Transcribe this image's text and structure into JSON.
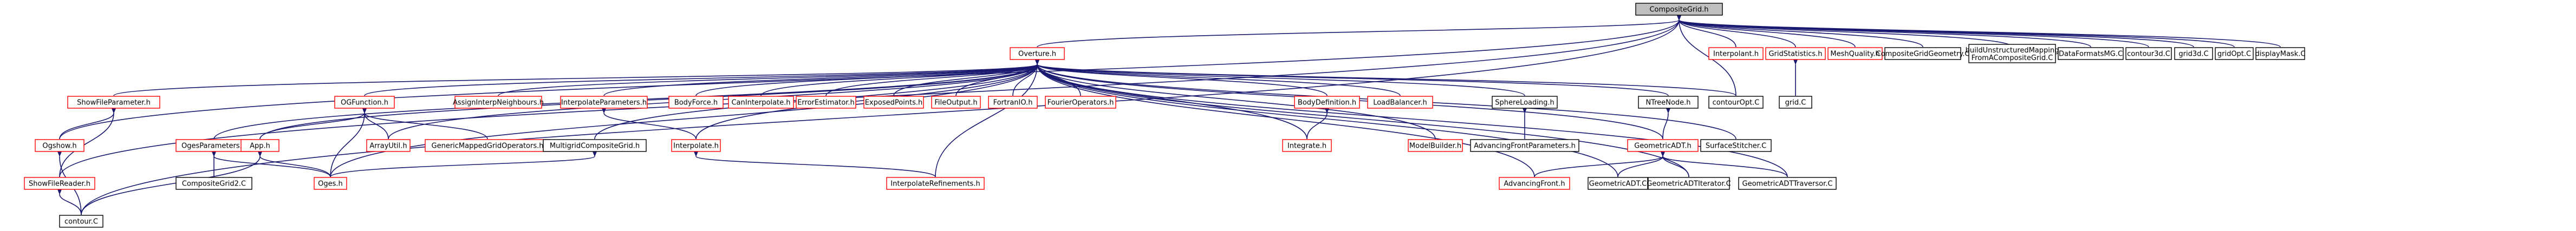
{
  "colors": {
    "edge": "#191970",
    "box_red": "#ff0000",
    "box_black": "#000000",
    "root_fill": "#bfbfbf",
    "node_fill": "#ffffff"
  },
  "nodes": [
    {
      "id": "n0",
      "label": "CompositeGrid.h",
      "style": "root"
    },
    {
      "id": "n1",
      "label": "Overture.h",
      "style": "red"
    },
    {
      "id": "n2",
      "label": "Interpolant.h",
      "style": "red"
    },
    {
      "id": "n3",
      "label": "GridStatistics.h",
      "style": "red"
    },
    {
      "id": "n4",
      "label": "MeshQuality.h",
      "style": "red"
    },
    {
      "id": "n5",
      "label": "CompositeGridGeometry.C",
      "style": "black"
    },
    {
      "id": "n6",
      "label": "buildUnstructuredMapping FromACompositeGrid.C",
      "style": "black"
    },
    {
      "id": "n7",
      "label": "DataFormatsMG.C",
      "style": "black"
    },
    {
      "id": "n8",
      "label": "contour3d.C",
      "style": "black"
    },
    {
      "id": "n9",
      "label": "grid3d.C",
      "style": "black"
    },
    {
      "id": "n10",
      "label": "gridOpt.C",
      "style": "black"
    },
    {
      "id": "n11",
      "label": "displayMask.C",
      "style": "black"
    },
    {
      "id": "n12",
      "label": "ShowFileParameter.h",
      "style": "red"
    },
    {
      "id": "n13",
      "label": "OGFunction.h",
      "style": "red"
    },
    {
      "id": "n14",
      "label": "AssignInterpNeighbours.h",
      "style": "red"
    },
    {
      "id": "n15",
      "label": "InterpolateParameters.h",
      "style": "red"
    },
    {
      "id": "n16",
      "label": "BodyForce.h",
      "style": "red"
    },
    {
      "id": "n17",
      "label": "CanInterpolate.h",
      "style": "red"
    },
    {
      "id": "n18",
      "label": "ErrorEstimator.h",
      "style": "red"
    },
    {
      "id": "n19",
      "label": "ExposedPoints.h",
      "style": "red"
    },
    {
      "id": "n20",
      "label": "FileOutput.h",
      "style": "red"
    },
    {
      "id": "n21",
      "label": "FortranIO.h",
      "style": "red"
    },
    {
      "id": "n22",
      "label": "FourierOperators.h",
      "style": "red"
    },
    {
      "id": "n23",
      "label": "BodyDefinition.h",
      "style": "red"
    },
    {
      "id": "n24",
      "label": "LoadBalancer.h",
      "style": "red"
    },
    {
      "id": "n25",
      "label": "SphereLoading.h",
      "style": "black"
    },
    {
      "id": "n26",
      "label": "NTreeNode.h",
      "style": "black"
    },
    {
      "id": "n27",
      "label": "contourOpt.C",
      "style": "black"
    },
    {
      "id": "n28",
      "label": "grid.C",
      "style": "black"
    },
    {
      "id": "n29",
      "label": "Ogshow.h",
      "style": "red"
    },
    {
      "id": "n30",
      "label": "OgesParameters.h",
      "style": "red"
    },
    {
      "id": "n31",
      "label": "App.h",
      "style": "red"
    },
    {
      "id": "n32",
      "label": "ArrayUtil.h",
      "style": "red"
    },
    {
      "id": "n33",
      "label": "GenericMappedGridOperators.h",
      "style": "red"
    },
    {
      "id": "n34",
      "label": "MultigridCompositeGrid.h",
      "style": "black"
    },
    {
      "id": "n35",
      "label": "Interpolate.h",
      "style": "red"
    },
    {
      "id": "n36",
      "label": "Integrate.h",
      "style": "red"
    },
    {
      "id": "n37",
      "label": "ModelBuilder.h",
      "style": "red"
    },
    {
      "id": "n38",
      "label": "AdvancingFrontParameters.h",
      "style": "black"
    },
    {
      "id": "n39",
      "label": "GeometricADT.h",
      "style": "red"
    },
    {
      "id": "n40",
      "label": "SurfaceStitcher.C",
      "style": "black"
    },
    {
      "id": "n41",
      "label": "ShowFileReader.h",
      "style": "red"
    },
    {
      "id": "n42",
      "label": "CompositeGrid2.C",
      "style": "black"
    },
    {
      "id": "n43",
      "label": "Oges.h",
      "style": "red"
    },
    {
      "id": "n44",
      "label": "InterpolateRefinements.h",
      "style": "red"
    },
    {
      "id": "n45",
      "label": "AdvancingFront.h",
      "style": "red"
    },
    {
      "id": "n46",
      "label": "GeometricADT.C",
      "style": "black"
    },
    {
      "id": "n47",
      "label": "GeometricADTIterator.C",
      "style": "black"
    },
    {
      "id": "n48",
      "label": "GeometricADTTraversor.C",
      "style": "black"
    },
    {
      "id": "n49",
      "label": "contour.C",
      "style": "black"
    }
  ],
  "edges": [
    [
      "n0",
      "n1"
    ],
    [
      "n0",
      "n2"
    ],
    [
      "n0",
      "n3"
    ],
    [
      "n0",
      "n4"
    ],
    [
      "n0",
      "n5"
    ],
    [
      "n0",
      "n6"
    ],
    [
      "n0",
      "n7"
    ],
    [
      "n0",
      "n8"
    ],
    [
      "n0",
      "n9"
    ],
    [
      "n0",
      "n10"
    ],
    [
      "n0",
      "n11"
    ],
    [
      "n0",
      "n27"
    ],
    [
      "n0",
      "n41"
    ],
    [
      "n0",
      "n49"
    ],
    [
      "n0",
      "n29"
    ],
    [
      "n3",
      "n28"
    ],
    [
      "n1",
      "n12"
    ],
    [
      "n1",
      "n13"
    ],
    [
      "n1",
      "n14"
    ],
    [
      "n1",
      "n15"
    ],
    [
      "n1",
      "n16"
    ],
    [
      "n1",
      "n17"
    ],
    [
      "n1",
      "n18"
    ],
    [
      "n1",
      "n19"
    ],
    [
      "n1",
      "n20"
    ],
    [
      "n1",
      "n21"
    ],
    [
      "n1",
      "n22"
    ],
    [
      "n1",
      "n23"
    ],
    [
      "n1",
      "n24"
    ],
    [
      "n1",
      "n25"
    ],
    [
      "n1",
      "n26"
    ],
    [
      "n1",
      "n27"
    ],
    [
      "n1",
      "n30"
    ],
    [
      "n1",
      "n31"
    ],
    [
      "n1",
      "n32"
    ],
    [
      "n1",
      "n34"
    ],
    [
      "n1",
      "n35"
    ],
    [
      "n1",
      "n36"
    ],
    [
      "n1",
      "n37"
    ],
    [
      "n1",
      "n39"
    ],
    [
      "n1",
      "n40"
    ],
    [
      "n1",
      "n43"
    ],
    [
      "n1",
      "n44"
    ],
    [
      "n1",
      "n45"
    ],
    [
      "n1",
      "n46"
    ],
    [
      "n1",
      "n47"
    ],
    [
      "n1",
      "n48"
    ],
    [
      "n12",
      "n29"
    ],
    [
      "n12",
      "n41"
    ],
    [
      "n29",
      "n49"
    ],
    [
      "n41",
      "n49"
    ],
    [
      "n30",
      "n42"
    ],
    [
      "n30",
      "n43"
    ],
    [
      "n31",
      "n49"
    ],
    [
      "n31",
      "n43"
    ],
    [
      "n13",
      "n31"
    ],
    [
      "n13",
      "n32"
    ],
    [
      "n13",
      "n33"
    ],
    [
      "n13",
      "n43"
    ],
    [
      "n15",
      "n35"
    ],
    [
      "n35",
      "n44"
    ],
    [
      "n34",
      "n43"
    ],
    [
      "n23",
      "n36"
    ],
    [
      "n25",
      "n38"
    ],
    [
      "n26",
      "n39"
    ],
    [
      "n39",
      "n45"
    ],
    [
      "n39",
      "n46"
    ],
    [
      "n39",
      "n47"
    ],
    [
      "n39",
      "n48"
    ]
  ]
}
